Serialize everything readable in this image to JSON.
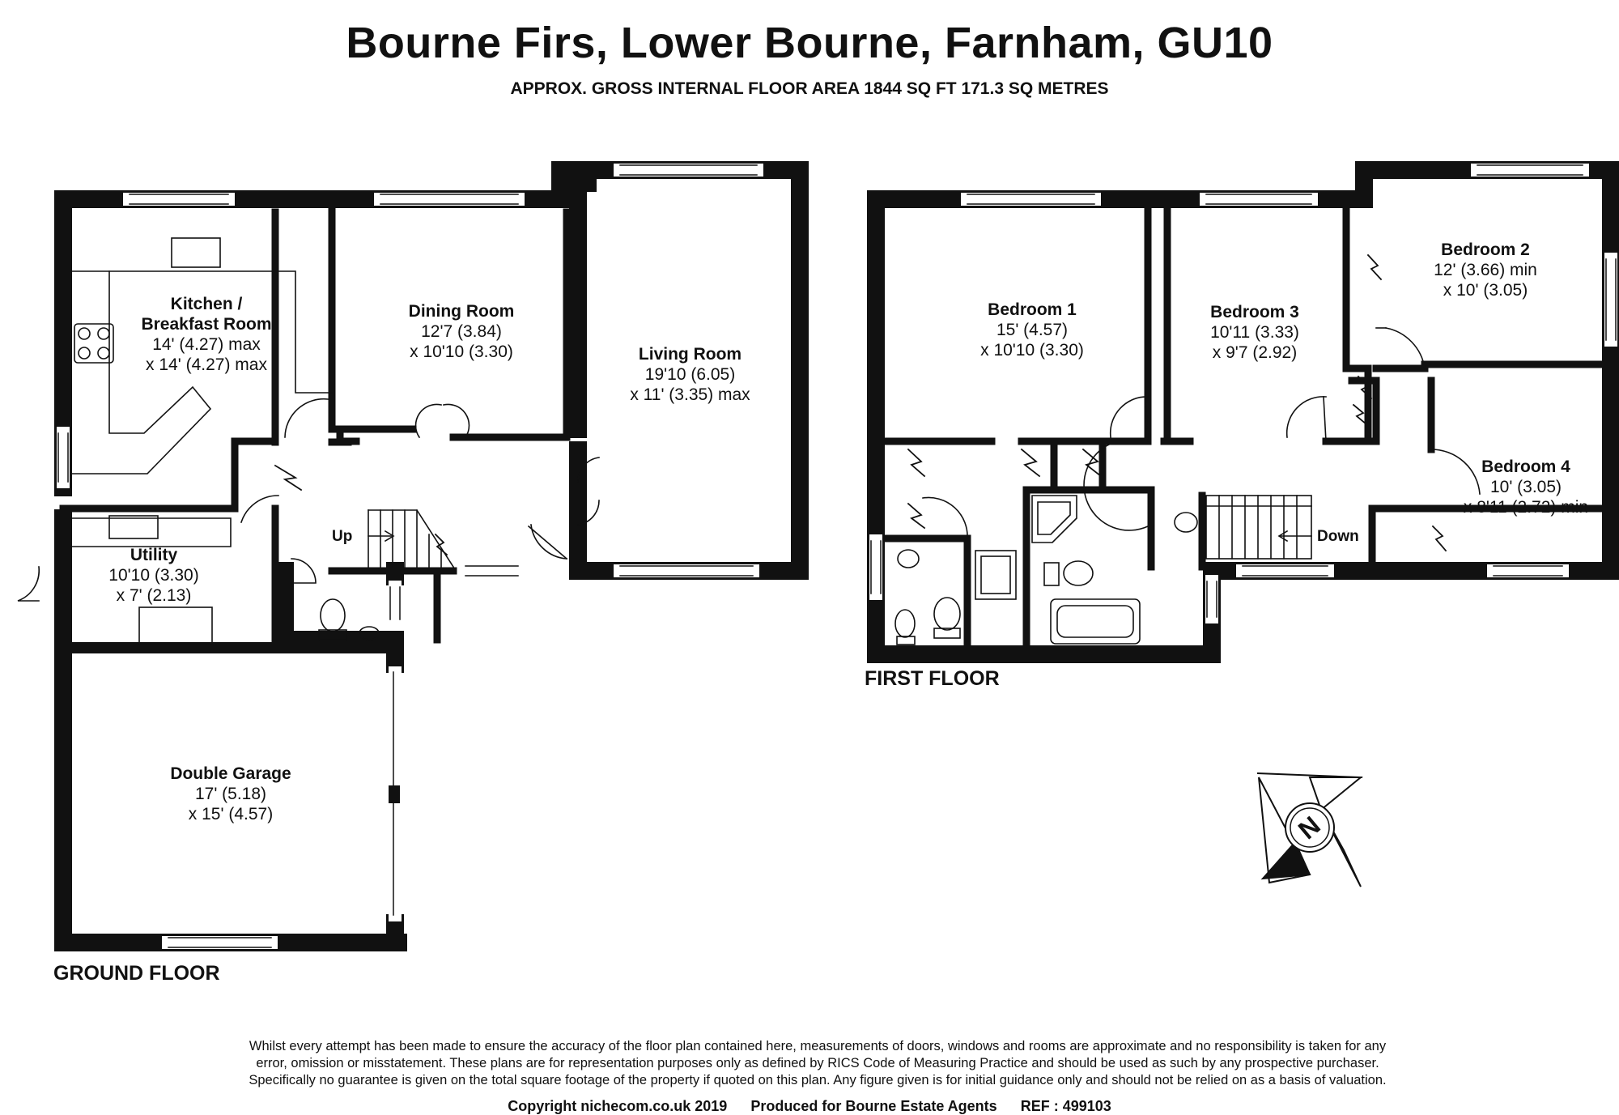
{
  "header": {
    "title": "Bourne Firs, Lower Bourne, Farnham, GU10",
    "subtitle": "APPROX. GROSS INTERNAL FLOOR AREA 1844 SQ FT 171.3 SQ METRES"
  },
  "ground_floor": {
    "label": "GROUND FLOOR",
    "stairs_label": "Up",
    "rooms": {
      "kitchen": {
        "name": "Kitchen /",
        "name2": "Breakfast Room",
        "dim1": "14' (4.27) max",
        "dim2": "x 14' (4.27) max"
      },
      "dining": {
        "name": "Dining Room",
        "dim1": "12'7 (3.84)",
        "dim2": "x 10'10 (3.30)"
      },
      "living": {
        "name": "Living Room",
        "dim1": "19'10 (6.05)",
        "dim2": "x 11' (3.35) max"
      },
      "utility": {
        "name": "Utility",
        "dim1": "10'10 (3.30)",
        "dim2": "x 7' (2.13)"
      },
      "garage": {
        "name": "Double Garage",
        "dim1": "17' (5.18)",
        "dim2": "x 15' (4.57)"
      }
    }
  },
  "first_floor": {
    "label": "FIRST FLOOR",
    "stairs_label": "Down",
    "rooms": {
      "bed1": {
        "name": "Bedroom 1",
        "dim1": "15' (4.57)",
        "dim2": "x 10'10 (3.30)"
      },
      "bed2": {
        "name": "Bedroom 2",
        "dim1": "12' (3.66) min",
        "dim2": "x 10' (3.05)"
      },
      "bed3": {
        "name": "Bedroom 3",
        "dim1": "10'11 (3.33)",
        "dim2": "x 9'7 (2.92)"
      },
      "bed4": {
        "name": "Bedroom 4",
        "dim1": "10' (3.05)",
        "dim2": "x 8'11 (2.72) min"
      }
    }
  },
  "compass": {
    "letter": "N"
  },
  "disclaimer": [
    "Whilst every attempt has been made to ensure the accuracy of the floor plan contained here, measurements of doors, windows and rooms are approximate and no responsibility is taken for any",
    "error, omission or misstatement. These plans are for representation purposes only as defined by RICS Code of Measuring Practice and should be used as such by any prospective purchaser.",
    "Specifically no guarantee is given on the total square footage of the property if quoted on this plan. Any figure given is for initial guidance only and should not be relied on as a basis of valuation."
  ],
  "footer": {
    "copyright": "Copyright nichecom.co.uk 2019",
    "produced": "Produced for Bourne Estate Agents",
    "ref": "REF : 499103"
  },
  "colors": {
    "wall": "#111111",
    "window": "#ffffff",
    "fixture_stroke": "#222222"
  }
}
